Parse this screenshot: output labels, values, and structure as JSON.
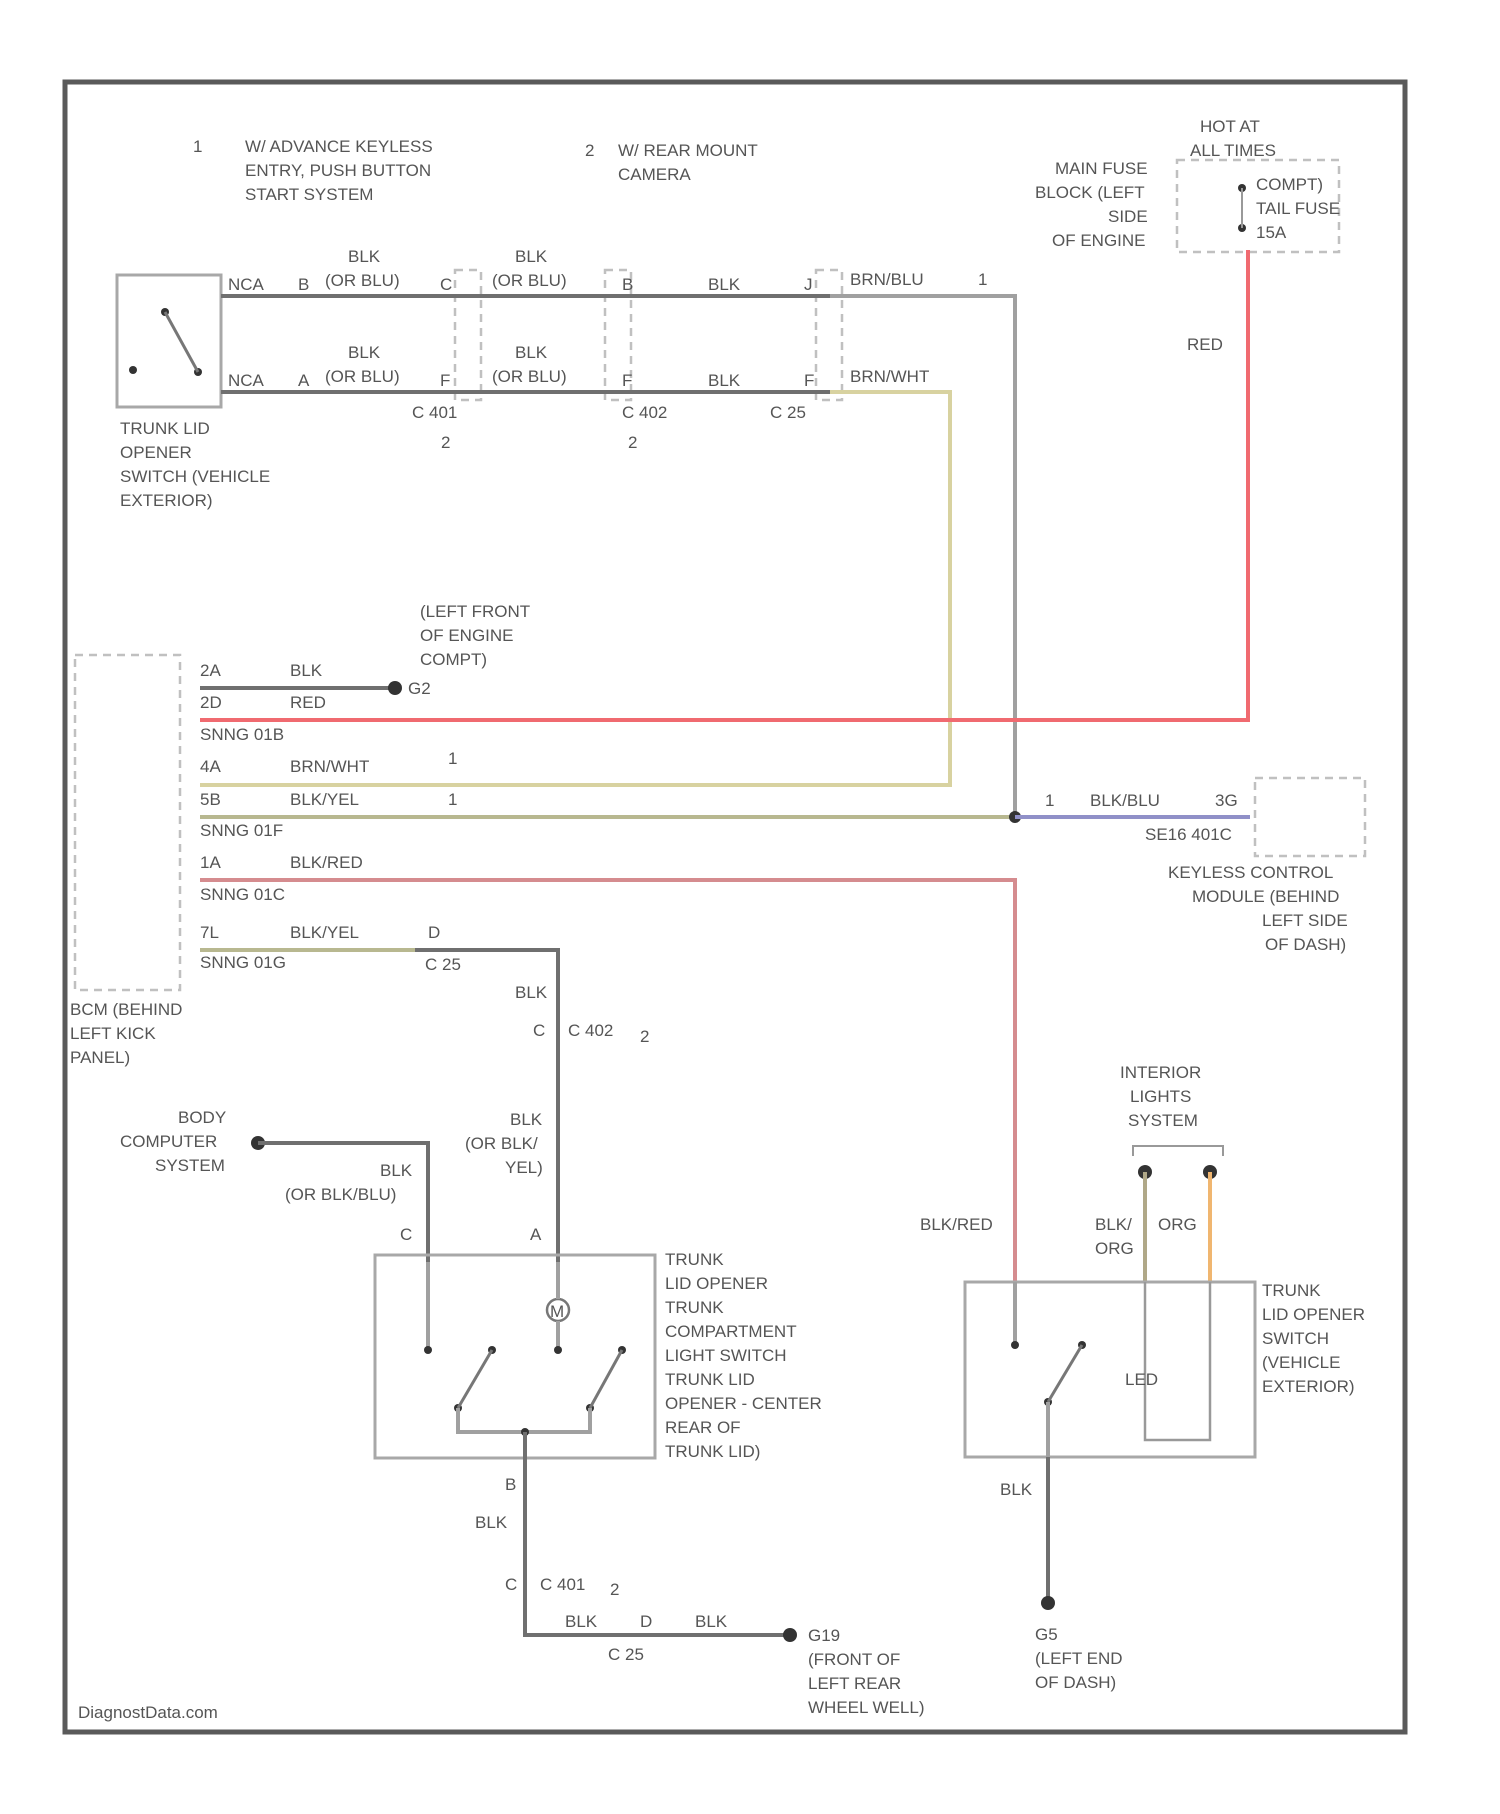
{
  "notes": {
    "n1_num": "1",
    "n1_l1": "W/ ADVANCE KEYLESS",
    "n1_l2": "ENTRY, PUSH BUTTON",
    "n1_l3": "START SYSTEM",
    "n2_num": "2",
    "n2_l1": "W/ REAR MOUNT",
    "n2_l2": "CAMERA"
  },
  "fuse": {
    "hot1": "HOT AT",
    "hot2": "ALL TIMES",
    "block1": "MAIN FUSE",
    "block2": "BLOCK (LEFT",
    "block3": "SIDE",
    "block4": "OF ENGINE",
    "fuse1": "COMPT)",
    "fuse2": "TAIL FUSE",
    "fuse3": "15A",
    "wire": "RED"
  },
  "top_switch": {
    "name1": "TRUNK LID",
    "name2": "OPENER",
    "name3": "SWITCH (VEHICLE",
    "name4": "EXTERIOR)",
    "nca1": "NCA",
    "nca2": "NCA",
    "pin_b1": "B",
    "pin_c1": "C",
    "pin_b2": "B",
    "pin_j1": "J",
    "pin_a1": "A",
    "pin_f1": "F",
    "pin_f2": "F",
    "pin_f3": "F",
    "blk_a": "BLK",
    "orblu_a": "(OR BLU)",
    "blk_b": "BLK",
    "orblu_b": "(OR BLU)",
    "blk_c": "BLK",
    "blk_d": "BLK",
    "orblu_d": "(OR BLU)",
    "blk_e": "BLK",
    "orblu_e": "(OR BLU)",
    "blk_f": "BLK",
    "brnblu": "BRN/BLU",
    "brnblu_note": "1",
    "brnwht": "BRN/WHT",
    "c401": "C 401",
    "c401_note": "2",
    "c402": "C 402",
    "c402_note": "2",
    "c25": "C 25"
  },
  "bcm": {
    "name1": "BCM (BEHIND",
    "name2": "LEFT KICK",
    "name3": "PANEL)",
    "ground1": "(LEFT FRONT",
    "ground2": "OF ENGINE",
    "ground3": "COMPT)",
    "ground_id": "G2",
    "p2a": "2A",
    "w2a": "BLK",
    "p2d": "2D",
    "w2d": "RED",
    "conn1": "SNNG 01B",
    "p4a": "4A",
    "w4a": "BRN/WHT",
    "n4a": "1",
    "p5b": "5B",
    "w5b": "BLK/YEL",
    "n5b": "1",
    "conn2": "SNNG 01F",
    "p1a": "1A",
    "w1a": "BLK/RED",
    "conn3": "SNNG 01C",
    "p7l": "7L",
    "w7l": "BLK/YEL",
    "conn4": "SNNG 01G",
    "pin_d": "D",
    "c25": "C 25"
  },
  "keyless": {
    "pin1": "1",
    "wire": "BLK/BLU",
    "pin2": "3G",
    "conn": "SE16 401C",
    "name1": "KEYLESS CONTROL",
    "name2": "MODULE (BEHIND",
    "name3": "LEFT SIDE",
    "name4": "OF DASH)"
  },
  "center_switch": {
    "blk1": "BLK",
    "pin_c": "C",
    "c402": "C 402",
    "c402_note": "2",
    "blk2": "BLK",
    "orblk": "(OR BLK/",
    "yel": "YEL)",
    "body1": "BODY",
    "body2": "COMPUTER",
    "body3": "SYSTEM",
    "blk3": "BLK",
    "orblkblu": "(OR BLK/BLU)",
    "pin_c2": "C",
    "pin_a": "A",
    "motor": "M",
    "name1": "TRUNK",
    "name2": "LID OPENER",
    "name3": "TRUNK",
    "name4": "COMPARTMENT",
    "name5": "LIGHT SWITCH",
    "name6": "TRUNK LID",
    "name7": "OPENER - CENTER",
    "name8": "REAR OF",
    "name9": "TRUNK LID)",
    "pin_b": "B",
    "blk4": "BLK",
    "pin_c3": "C",
    "c401": "C 401",
    "c401_note": "2",
    "blk5": "BLK",
    "pin_d": "D",
    "blk6": "BLK",
    "c25": "C 25",
    "ground_id": "G19",
    "ground1": "(FRONT OF",
    "ground2": "LEFT REAR",
    "ground3": "WHEEL WELL)"
  },
  "right_switch": {
    "int1": "INTERIOR",
    "int2": "LIGHTS",
    "int3": "SYSTEM",
    "blkred": "BLK/RED",
    "blkorg1": "BLK/",
    "blkorg2": "ORG",
    "org": "ORG",
    "led": "LED",
    "name1": "TRUNK",
    "name2": "LID OPENER",
    "name3": "SWITCH",
    "name4": "(VEHICLE",
    "name5": "EXTERIOR)",
    "blk": "BLK",
    "ground_id": "G5",
    "ground1": "(LEFT END",
    "ground2": "OF DASH)"
  },
  "footer": "DiagnostData.com"
}
